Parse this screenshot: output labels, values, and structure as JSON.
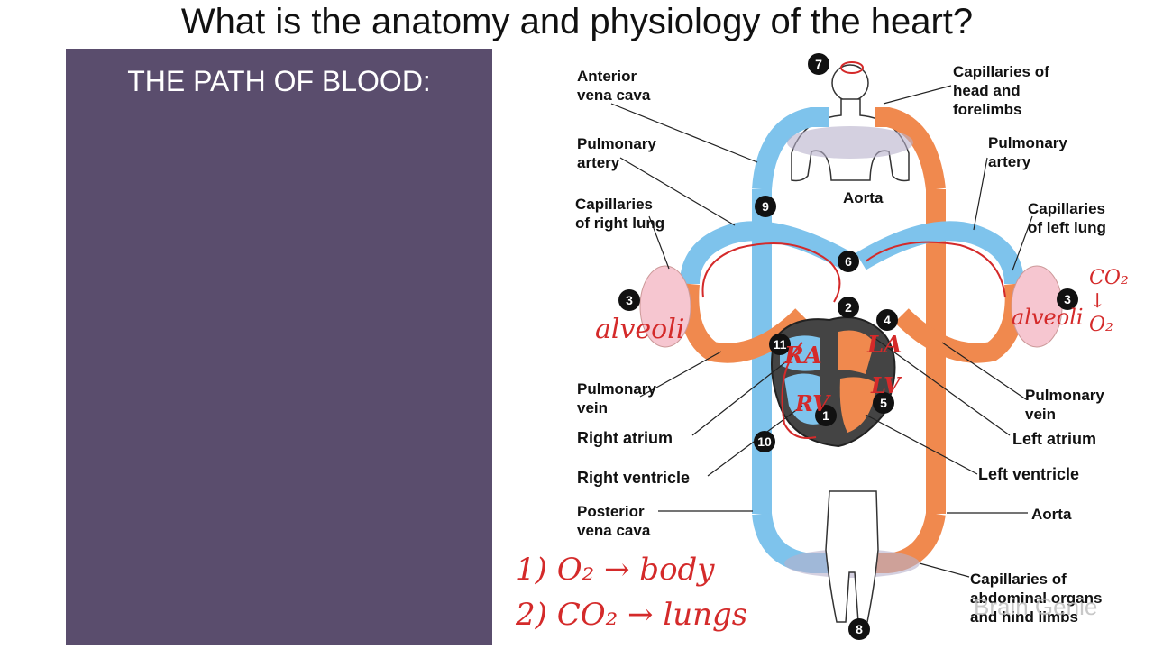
{
  "title": "What is the anatomy and physiology of the heart?",
  "panel": {
    "title": "THE PATH OF BLOOD:"
  },
  "labels": {
    "anterior_vena_cava": "Anterior\nvena cava",
    "capillaries_head": "Capillaries of\nhead and\nforelimbs",
    "pulmonary_artery_left": "Pulmonary\nartery",
    "pulmonary_artery_right": "Pulmonary\nartery",
    "aorta_top": "Aorta",
    "capillaries_right_lung": "Capillaries\nof right lung",
    "capillaries_left_lung": "Capillaries\nof left lung",
    "pulmonary_vein_left": "Pulmonary\nvein",
    "pulmonary_vein_right": "Pulmonary\nvein",
    "right_atrium": "Right atrium",
    "left_atrium": "Left atrium",
    "right_ventricle": "Right ventricle",
    "left_ventricle": "Left ventricle",
    "posterior_vena_cava": "Posterior\nvena cava",
    "aorta_bottom": "Aorta",
    "capillaries_abdominal": "Capillaries of\nabdominal organs\nand hind limbs"
  },
  "numbers": [
    "7",
    "9",
    "3",
    "2",
    "4",
    "3",
    "1",
    "5",
    "11",
    "10",
    "8",
    "6"
  ],
  "annotations": {
    "alveoli_left": "alveoli",
    "alveoli_right": "alveoli",
    "co2_o2": "CO₂\n↓\nO₂",
    "ra": "RA",
    "la": "LA",
    "rv": "RV",
    "lv": "LV",
    "note1": "1) O₂ → body",
    "note2": "2) CO₂ → lungs"
  },
  "watermark": "Brain Genie",
  "colors": {
    "oxygenated": "#f0894e",
    "deoxygenated": "#7ec3ec",
    "panel": "#5a4d6d",
    "annotation": "#d42a2a"
  }
}
